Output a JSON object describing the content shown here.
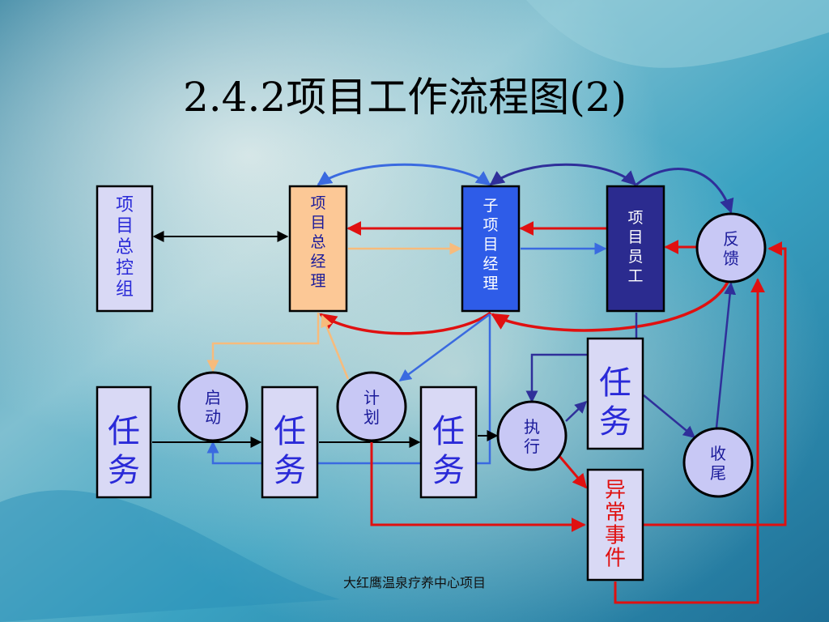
{
  "title": "2.4.2项目工作流程图(2)",
  "footer": "大红鹰温泉疗养中心项目",
  "nodes": {
    "steering_group": "项目总控组",
    "project_manager": "项目总经理",
    "sub_manager": "子项目经理",
    "staff": "项目员工",
    "feedback": "反馈",
    "start": "启动",
    "plan": "计划",
    "execute": "执行",
    "close": "收尾",
    "task1": "任务",
    "task2": "任务",
    "task3": "任务",
    "task4": "任务",
    "exception": "异常事件"
  },
  "colors": {
    "steering_fill": "#d9d9f5",
    "pm_fill": "#fcc896",
    "sub_fill": "#2e5ce8",
    "staff_fill": "#2b2b8f",
    "circle_fill": "#c8c8f5",
    "task_text": "#2a2ad8",
    "exception_text": "#e01010",
    "red": "#e01010",
    "blue": "#3a6ae0",
    "navy": "#2f2f9a",
    "orange": "#f7bb7c",
    "black": "#000000"
  }
}
